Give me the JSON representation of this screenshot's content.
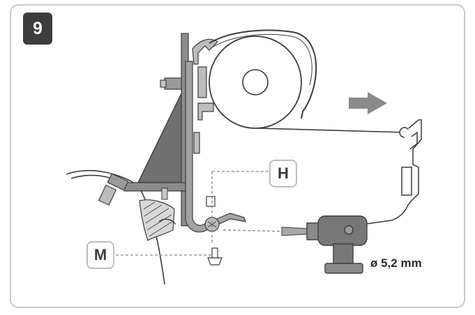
{
  "step": {
    "number": "9"
  },
  "labels": {
    "h": "H",
    "m": "M"
  },
  "drill": {
    "size": "ø 5,2 mm"
  },
  "colors": {
    "metal": "#8c8c8c",
    "bracket": "#6e6e6e",
    "drill": "#777777",
    "outline": "#3c3c3c",
    "badge": "#3d3d3d",
    "frame_border": "#c9c9c9",
    "arrow": "#8a8a8a"
  },
  "icons": {
    "direction_arrow": "arrow-right-icon",
    "drill_tool": "drill-icon"
  }
}
